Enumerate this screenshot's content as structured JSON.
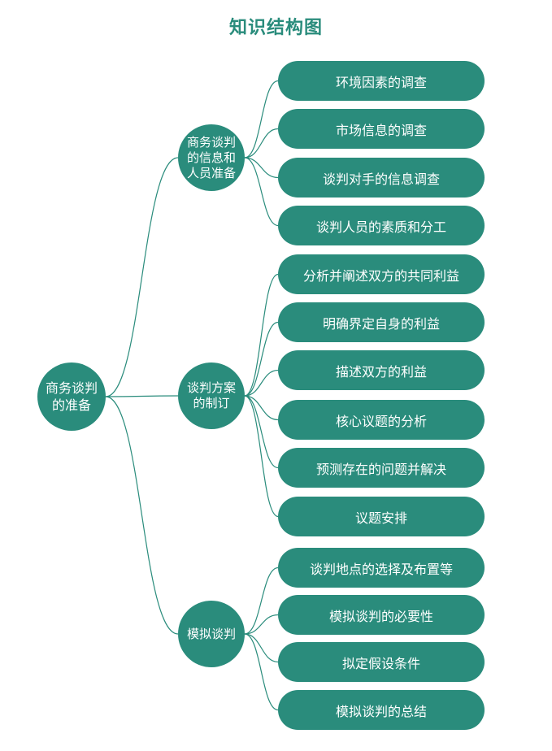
{
  "title": "知识结构图",
  "colors": {
    "node": "#2a8c7c",
    "line": "#2a8c7c",
    "title": "#2a8c7c"
  },
  "root": {
    "label": "商务谈判的准备"
  },
  "branches": [
    {
      "label": "商务谈判的信息和人员准备",
      "leaves": [
        "环境因素的调查",
        "市场信息的调查",
        "谈判对手的信息调查",
        "谈判人员的素质和分工"
      ]
    },
    {
      "label": "谈判方案的制订",
      "leaves": [
        "分析并阐述双方的共同利益",
        "明确界定自身的利益",
        "描述双方的利益",
        "核心议题的分析",
        "预测存在的问题并解决",
        "议题安排"
      ]
    },
    {
      "label": "模拟谈判",
      "leaves": [
        "谈判地点的选择及布置等",
        "模拟谈判的必要性",
        "拟定假设条件",
        "模拟谈判的总结"
      ]
    }
  ]
}
